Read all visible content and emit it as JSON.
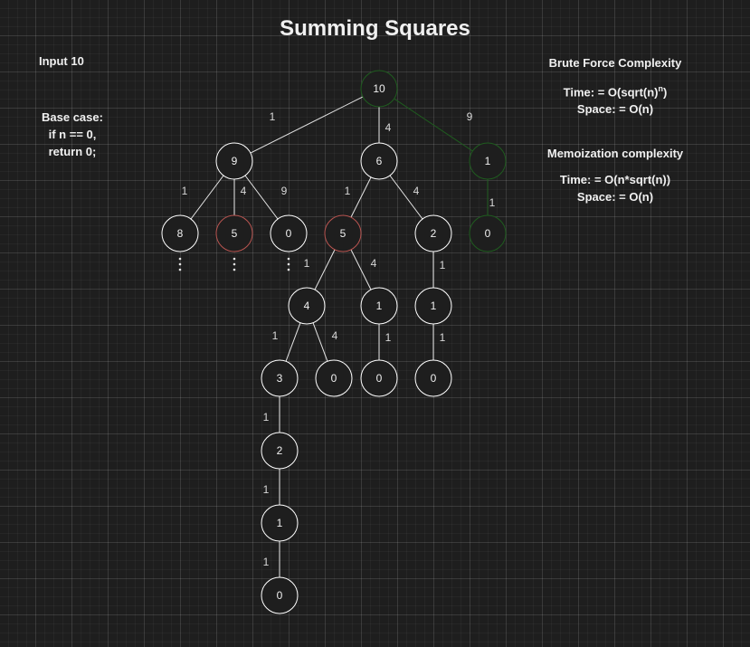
{
  "title": "Summing Squares",
  "input_label": "Input 10",
  "base_case": {
    "line1": "Base case:",
    "line2": "if n == 0,",
    "line3": "return 0;"
  },
  "brute_force": {
    "heading": "Brute Force Complexity",
    "time_prefix": "Time: = O(sqrt(n)",
    "time_exponent": "n",
    "time_suffix": ")",
    "space": "Space: = O(n)"
  },
  "memoization": {
    "heading": "Memoization complexity",
    "time": "Time: = O(n*sqrt(n))",
    "space": "Space: = O(n)"
  },
  "colors": {
    "default_node": "#ffffff",
    "memoized_node": "#b85450",
    "optimal_path": "#1f5c1f",
    "text": "#f0f0f0"
  },
  "tree": {
    "nodes": [
      {
        "id": "n10",
        "label": "10",
        "state": "optimal"
      },
      {
        "id": "n9",
        "label": "9",
        "state": "default"
      },
      {
        "id": "n6",
        "label": "6",
        "state": "default"
      },
      {
        "id": "n1a",
        "label": "1",
        "state": "optimal"
      },
      {
        "id": "n8",
        "label": "8",
        "state": "default"
      },
      {
        "id": "n5a",
        "label": "5",
        "state": "memoized"
      },
      {
        "id": "n0a",
        "label": "0",
        "state": "default"
      },
      {
        "id": "n5b",
        "label": "5",
        "state": "memoized"
      },
      {
        "id": "n2a",
        "label": "2",
        "state": "default"
      },
      {
        "id": "n0b",
        "label": "0",
        "state": "optimal"
      },
      {
        "id": "n4",
        "label": "4",
        "state": "default"
      },
      {
        "id": "n1b",
        "label": "1",
        "state": "default"
      },
      {
        "id": "n1c",
        "label": "1",
        "state": "default"
      },
      {
        "id": "n3",
        "label": "3",
        "state": "default"
      },
      {
        "id": "n0c",
        "label": "0",
        "state": "default"
      },
      {
        "id": "n0d",
        "label": "0",
        "state": "default"
      },
      {
        "id": "n0e",
        "label": "0",
        "state": "default"
      },
      {
        "id": "n2b",
        "label": "2",
        "state": "default"
      },
      {
        "id": "n1d",
        "label": "1",
        "state": "default"
      },
      {
        "id": "n0f",
        "label": "0",
        "state": "default"
      }
    ],
    "edges": [
      {
        "from": "n10",
        "to": "n9",
        "label": "1",
        "state": "default"
      },
      {
        "from": "n10",
        "to": "n6",
        "label": "4",
        "state": "default"
      },
      {
        "from": "n10",
        "to": "n1a",
        "label": "9",
        "state": "optimal"
      },
      {
        "from": "n9",
        "to": "n8",
        "label": "1",
        "state": "default"
      },
      {
        "from": "n9",
        "to": "n5a",
        "label": "4",
        "state": "default"
      },
      {
        "from": "n9",
        "to": "n0a",
        "label": "9",
        "state": "default"
      },
      {
        "from": "n6",
        "to": "n5b",
        "label": "1",
        "state": "default"
      },
      {
        "from": "n6",
        "to": "n2a",
        "label": "4",
        "state": "default"
      },
      {
        "from": "n1a",
        "to": "n0b",
        "label": "1",
        "state": "optimal"
      },
      {
        "from": "n5b",
        "to": "n4",
        "label": "1",
        "state": "default"
      },
      {
        "from": "n5b",
        "to": "n1b",
        "label": "4",
        "state": "default"
      },
      {
        "from": "n2a",
        "to": "n1c",
        "label": "1",
        "state": "default"
      },
      {
        "from": "n4",
        "to": "n3",
        "label": "1",
        "state": "default"
      },
      {
        "from": "n4",
        "to": "n0c",
        "label": "4",
        "state": "default"
      },
      {
        "from": "n1b",
        "to": "n0d",
        "label": "1",
        "state": "default"
      },
      {
        "from": "n1c",
        "to": "n0e",
        "label": "1",
        "state": "default"
      },
      {
        "from": "n3",
        "to": "n2b",
        "label": "1",
        "state": "default"
      },
      {
        "from": "n2b",
        "to": "n1d",
        "label": "1",
        "state": "default"
      },
      {
        "from": "n1d",
        "to": "n0f",
        "label": "1",
        "state": "default"
      }
    ],
    "truncated_nodes": [
      "n8",
      "n5a",
      "n0a"
    ]
  }
}
